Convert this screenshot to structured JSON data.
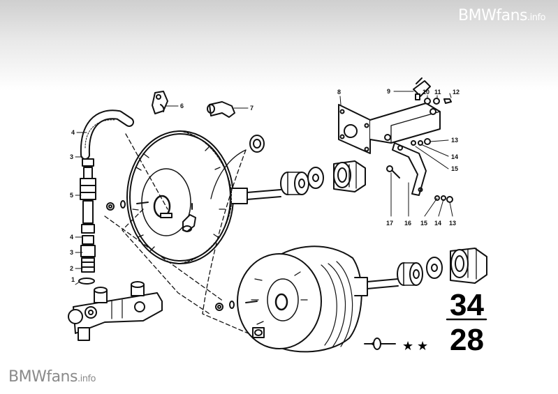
{
  "watermark": {
    "brand": "BMWfans",
    "tld": ".info"
  },
  "diagram": {
    "group_top": "34",
    "group_bottom": "28",
    "part_numbers": [
      "1",
      "2",
      "3",
      "4",
      "5",
      "4",
      "3",
      "6",
      "7",
      "8",
      "9",
      "10",
      "11",
      "12",
      "13",
      "14",
      "15",
      "17",
      "16",
      "15",
      "14",
      "13"
    ]
  }
}
